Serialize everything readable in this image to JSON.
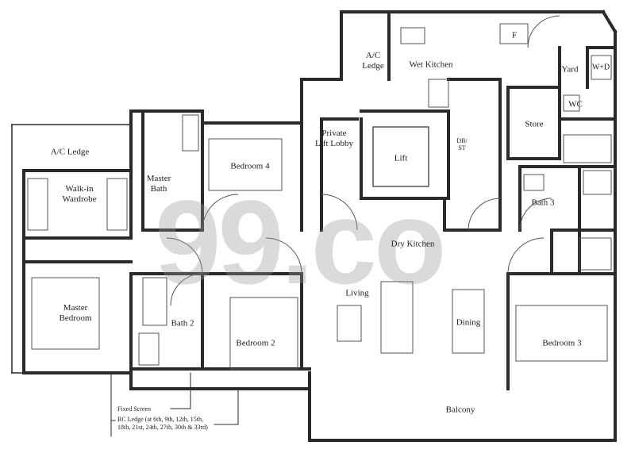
{
  "watermark": "99.co",
  "colors": {
    "wall": "#2a2a2a",
    "fixture": "#555555",
    "watermark": "#969696"
  },
  "rooms": {
    "ac_ledge_top": [
      "A/C",
      "Ledge"
    ],
    "wet_kitchen": "Wet Kitchen",
    "fridge": "F",
    "yard": "Yard",
    "washer_dryer": "W+D",
    "wc": "WC",
    "store": "Store",
    "lift": "Lift",
    "db_st": [
      "DB/",
      "ST"
    ],
    "private_lift_lobby": [
      "Private",
      "Lift Lobby"
    ],
    "bedroom_4": "Bedroom 4",
    "master_bath": [
      "Master",
      "Bath"
    ],
    "ac_ledge_left": "A/C Ledge",
    "walk_in_wardrobe": [
      "Walk-in",
      "Wardrobe"
    ],
    "bath_3": "Bath 3",
    "dry_kitchen": "Dry Kitchen",
    "master_bedroom": [
      "Master",
      "Bedroom"
    ],
    "bath_2": "Bath 2",
    "living": "Living",
    "bedroom_2": "Bedroom 2",
    "dining": "Dining",
    "bedroom_3": "Bedroom 3",
    "balcony": "Balcony"
  },
  "notes": {
    "fixed_screen": "Fixed Screen",
    "rc_ledge": [
      "RC Ledge (at 6th, 9th, 12th, 15th,",
      "18th, 21st, 24th, 27th, 30th & 33rd)"
    ]
  }
}
